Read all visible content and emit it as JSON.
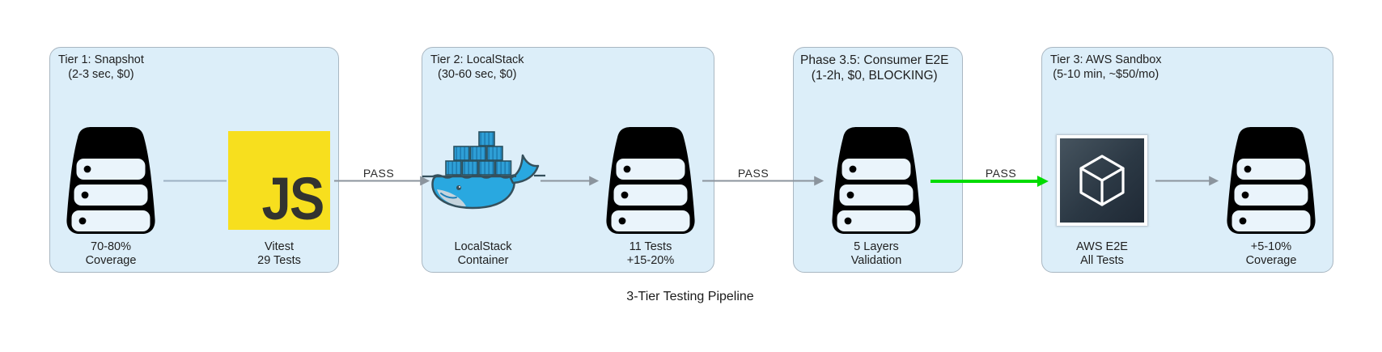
{
  "diagram": {
    "caption": "3-Tier Testing Pipeline",
    "boxes": [
      {
        "title": "Tier 1: Snapshot",
        "subtitle": "(2-3 sec, $0)"
      },
      {
        "title": "Tier 2: LocalStack",
        "subtitle": "(30-60 sec, $0)"
      },
      {
        "title": "Phase 3.5: Consumer E2E",
        "subtitle": "(1-2h, $0, BLOCKING)"
      },
      {
        "title": "Tier 3: AWS Sandbox",
        "subtitle": "(5-10 min, ~$50/mo)"
      }
    ],
    "nodes": [
      {
        "icon": "server-stack",
        "line1": "70-80%",
        "line2": "Coverage"
      },
      {
        "icon": "javascript-logo",
        "logo_text": "JS",
        "line1": "Vitest",
        "line2": "29 Tests"
      },
      {
        "icon": "docker-whale",
        "line1": "LocalStack",
        "line2": "Container"
      },
      {
        "icon": "server-stack",
        "line1": "11 Tests",
        "line2": "+15-20%"
      },
      {
        "icon": "server-stack",
        "line1": "5 Layers",
        "line2": "Validation"
      },
      {
        "icon": "aws-cube",
        "line1": "AWS E2E",
        "line2": "All Tests"
      },
      {
        "icon": "server-stack",
        "line1": "+5-10%",
        "line2": "Coverage"
      }
    ],
    "edge_labels": [
      "PASS",
      "PASS",
      "PASS"
    ],
    "colors": {
      "box_fill": "#dceef9",
      "box_border": "#a9b7c2",
      "arrow_gray": "#8b949d",
      "plain_line": "#9db0c2",
      "arrow_green": "#00dc00",
      "js_yellow": "#f7df1e",
      "js_text": "#323330",
      "docker_blue": "#29a8e0",
      "aws_dark": "#232f3b"
    }
  }
}
